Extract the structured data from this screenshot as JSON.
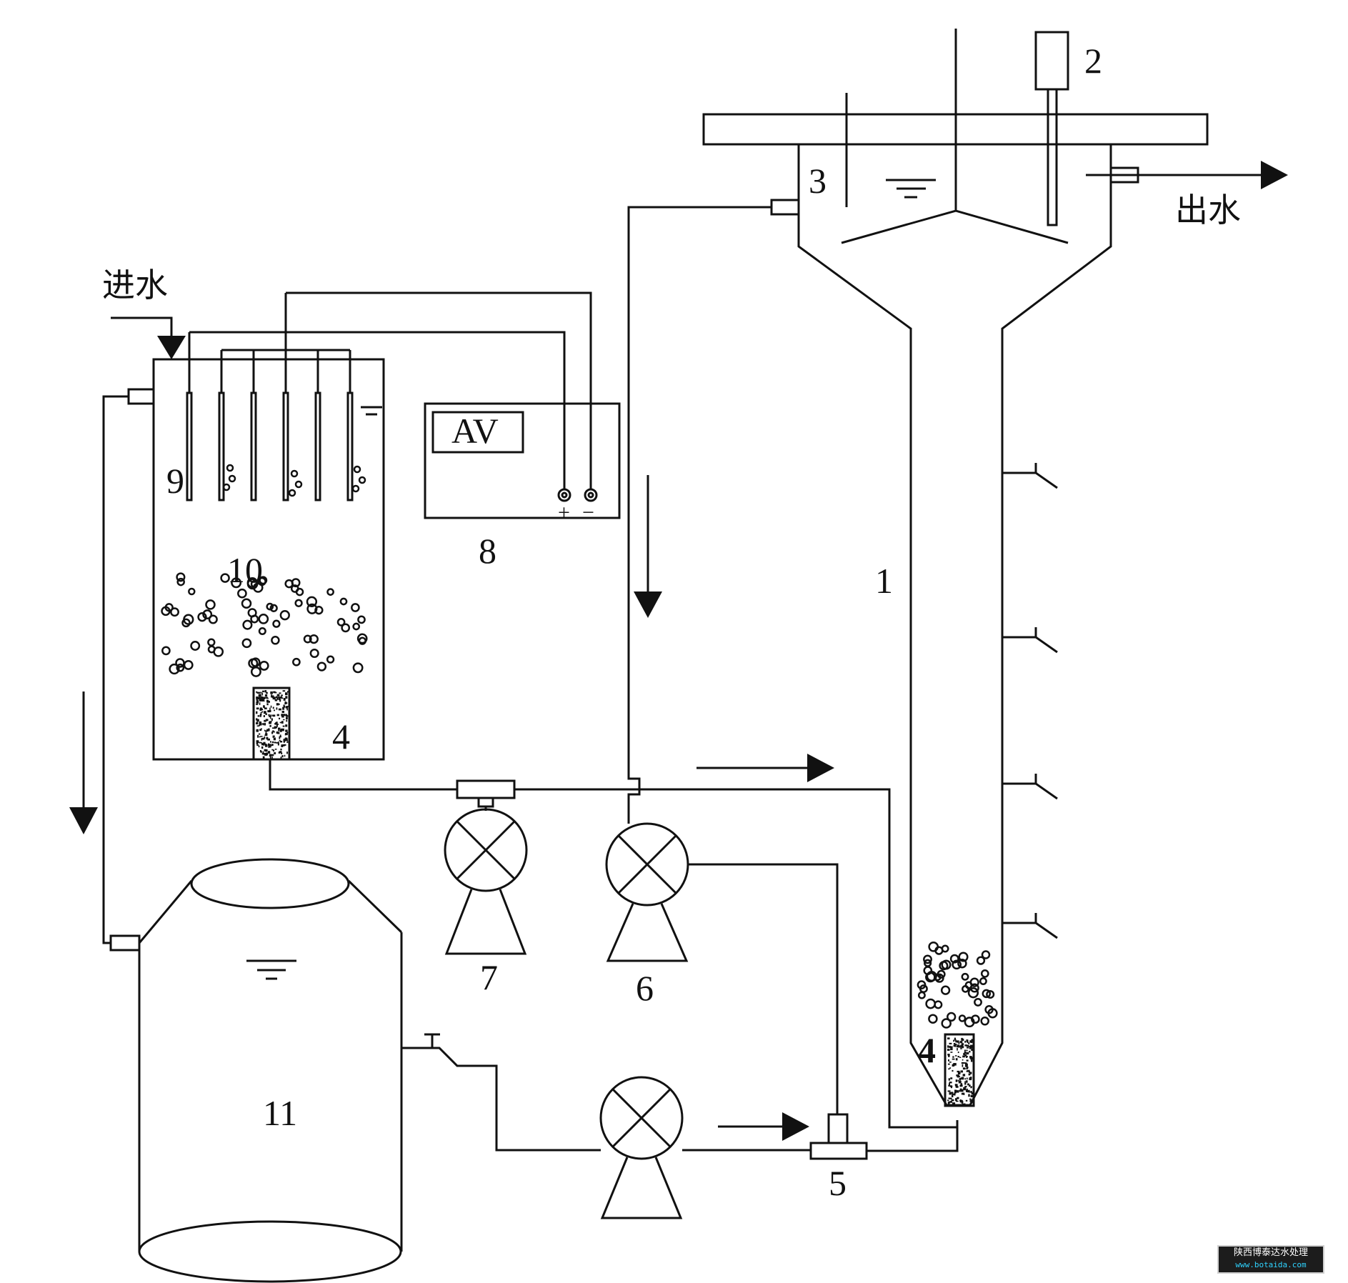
{
  "labels": {
    "n1": "1",
    "n2": "2",
    "n3": "3",
    "n4a": "4",
    "n4b": "4",
    "n5": "5",
    "n6": "6",
    "n7": "7",
    "n8": "8",
    "n9": "9",
    "n10": "10",
    "n11": "11"
  },
  "meter_label": "AV",
  "inlet_label": "进水",
  "outlet_label": "出水",
  "terminals": {
    "positive": "+",
    "negative": "−"
  },
  "watermark": {
    "name": "陕西博泰达水处理",
    "url": "www.botaida.com"
  },
  "colors": {
    "line": "#111111",
    "background": "#ffffff",
    "watermark_bg": "#1c1c1c",
    "watermark_url": "#2fd3ff"
  }
}
